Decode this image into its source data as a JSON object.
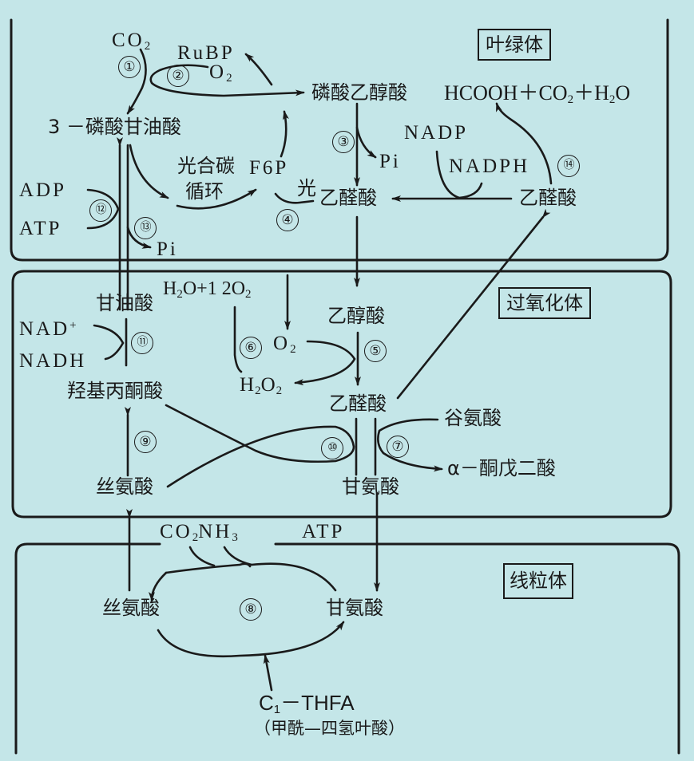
{
  "colors": {
    "background": "#c4e6e8",
    "ink": "#1a1a1a"
  },
  "compartments": {
    "chloroplast": "叶绿体",
    "peroxisome": "过氧化体",
    "mitochondrion": "线粒体"
  },
  "chloroplast": {
    "co2": "CO",
    "co2_sub": "2",
    "rubp": "RuBP",
    "o2": "O",
    "o2_sub": "2",
    "phosphoglycerate": "3 －磷酸甘油酸",
    "phosphoglycolate": "磷酸乙醇酸",
    "formic_products": "HCOOH＋CO",
    "formic_products_sub": "2",
    "formic_products_tail": "＋H",
    "formic_products_sub2": "2",
    "formic_products_end": "O",
    "calvin_cycle_line1": "光合碳",
    "calvin_cycle_line2": "循环",
    "f6p": "F6P",
    "light": "光",
    "pi_3": "Pi",
    "glyoxylate_left": "乙醛酸",
    "nadp": "NADP",
    "nadph": "NADPH",
    "glyoxylate_right": "乙醛酸",
    "adp": "ADP",
    "atp": "ATP",
    "pi_13": "Pi"
  },
  "peroxisome": {
    "glycerate": "甘油酸",
    "water_oxygen": "H",
    "water_oxygen_sub": "2",
    "water_oxygen_mid": "O+1 2O",
    "water_oxygen_sub2": "2",
    "glycolate": "乙醇酸",
    "nad": "NAD",
    "nad_sup": "+",
    "nadh": "NADH",
    "o2": "O",
    "o2_sub": "2",
    "h2o2_h": "H",
    "h2o2_sub1": "2",
    "h2o2_o": "O",
    "h2o2_sub2": "2",
    "hydroxypyruvate": "羟基丙酮酸",
    "glyoxylate": "乙醛酸",
    "glutamate": "谷氨酸",
    "ketoglutarate": "α－酮戊二酸",
    "serine": "丝氨酸",
    "glycine": "甘氨酸"
  },
  "membrane_transport": {
    "co2": "CO",
    "co2_sub": "2",
    "nh3": "NH",
    "nh3_sub": "3",
    "atp": "ATP"
  },
  "mitochondrion": {
    "serine": "丝氨酸",
    "glycine": "甘氨酸",
    "c1_thfa": "C",
    "c1_sub": "1",
    "c1_tail": "－THFA",
    "c1_thfa_note": "（甲酰—四氢叶酸）"
  },
  "reaction_numbers": [
    "①",
    "②",
    "③",
    "④",
    "⑤",
    "⑥",
    "⑦",
    "⑧",
    "⑨",
    "⑩",
    "⑪",
    "⑫",
    "⑬",
    "⑭"
  ]
}
